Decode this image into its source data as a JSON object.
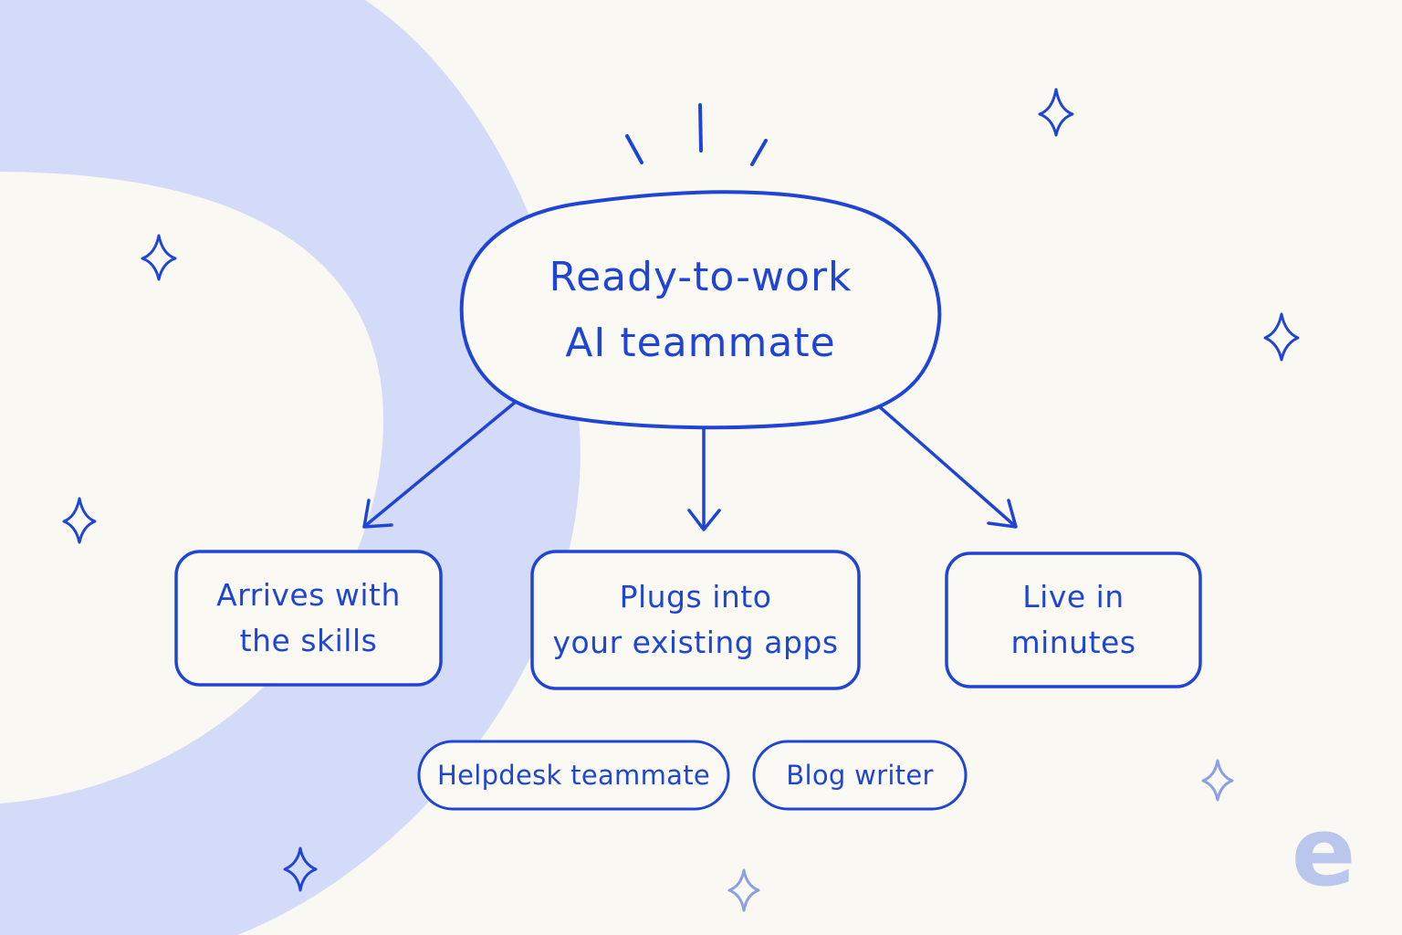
{
  "central": {
    "lines": [
      "Ready-to-work",
      "AI teammate"
    ]
  },
  "features": [
    {
      "lines": [
        "Arrives with",
        "the skills"
      ]
    },
    {
      "lines": [
        "Plugs into",
        "your existing apps"
      ]
    },
    {
      "lines": [
        "Live in",
        "minutes"
      ]
    }
  ],
  "examples": [
    {
      "label": "Helpdesk teammate"
    },
    {
      "label": "Blog writer"
    }
  ],
  "logo": {
    "text": "e"
  },
  "colors": {
    "ink": "#1f45d2",
    "background": "#f9f8f3",
    "ring": "#d3dbf8",
    "sparkle_light": "#8b9fe3",
    "logo": "#bac6ec"
  },
  "icons": [
    "sparkle-icon",
    "burst-lines-icon",
    "arrow-down-icon"
  ]
}
